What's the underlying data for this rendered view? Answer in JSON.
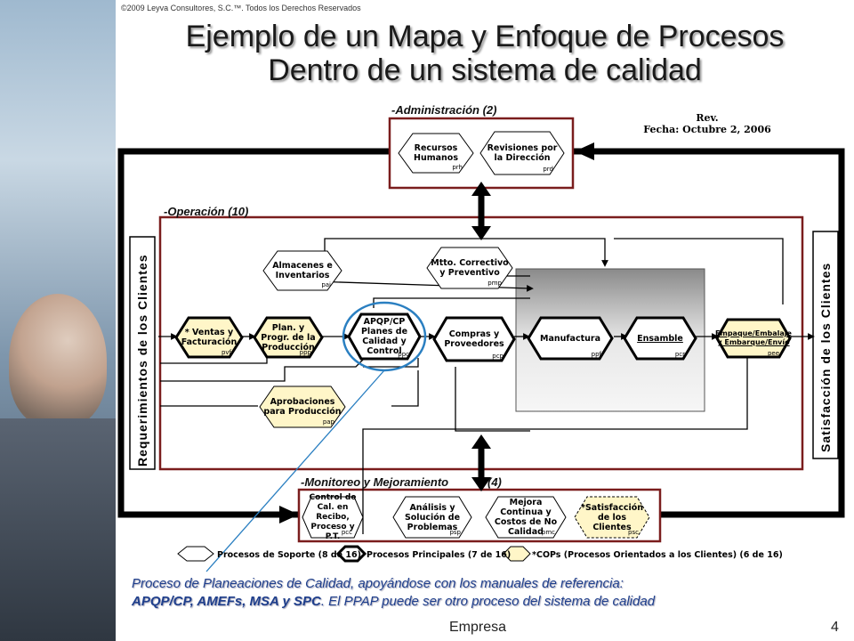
{
  "copyright": "©2009 Leyva Consultores, S.C.™. Todos los Derechos Reservados",
  "title_line1": "Ejemplo de un Mapa y Enfoque de Procesos",
  "title_line2": "Dentro de un sistema de calidad",
  "rev": {
    "line1": "Rev.",
    "line2": "Fecha: Octubre 2, 2006"
  },
  "sections": {
    "admin": "-Administración (2)",
    "operacion": "-Operación (10)",
    "monitoreo": "-Monitoreo y Mejoramiento",
    "monitoreo_count": "(4)"
  },
  "side_left": "Requerimientos de los Clientes",
  "side_right": "Satisfacción de los Clientes",
  "nodes": {
    "recursos": {
      "label": "Recursos Humanos",
      "code": "prh"
    },
    "revisiones": {
      "label": "Revisiones por la Dirección",
      "code": "prd"
    },
    "almacenes": {
      "label": "Almacenes e Inventarios",
      "code": "pai"
    },
    "mtto": {
      "label": "Mtto. Correctivo y Preventivo",
      "code": "pmp"
    },
    "ventas": {
      "label": "* Ventas y Facturación",
      "code": "pvf"
    },
    "plan": {
      "label": "Plan. y Progr. de la Producción",
      "code": "ppp"
    },
    "apqp": {
      "label": "APQP/CP Planes de Calidad y Control",
      "code": "ppc"
    },
    "compras": {
      "label": "Compras y Proveedores",
      "code": "pcp"
    },
    "manufactura": {
      "label": "Manufactura",
      "code": "ppf"
    },
    "ensamble": {
      "label": "Ensamble",
      "code": "pcr"
    },
    "empaque": {
      "label": "Empaque/Embalaje y Embarque/Envío",
      "code": "pee"
    },
    "aprobaciones": {
      "label": "Aprobaciones para Producción",
      "code": "pap"
    },
    "control": {
      "label": "Control de Cal. en Recibo, Proceso y P.T.",
      "code": "pcc"
    },
    "analisis": {
      "label": "Análisis y Solución de Problemas",
      "code": "psp"
    },
    "mejora": {
      "label": "Mejora Continua y Costos de No Calidad",
      "code": "pmc"
    },
    "satisfaccion": {
      "label": "*Satisfacción de los Clientes",
      "code": "psc"
    }
  },
  "legend": {
    "soporte": "Procesos de Soporte (8 de 16)",
    "principales": "Procesos Principales (7 de 16)",
    "cop": "*COPs (Procesos Orientados a los Clientes) (6 de 16)"
  },
  "caption_line1": "Proceso de Planeaciones de Calidad, apoyándose con los manuales de referencia:",
  "caption_line2_bold": "APQP/CP, AMEFs, MSA y SPC",
  "caption_line2_rest": ". El PPAP puede ser otro proceso del sistema de calidad",
  "footer": "Empresa",
  "page_number": "4",
  "colors": {
    "frame_red": "#7a1d1d",
    "cop_fill": "#fff6c8",
    "caption_blue": "#1f3f8c",
    "highlight_circle": "#2a7fc1"
  }
}
